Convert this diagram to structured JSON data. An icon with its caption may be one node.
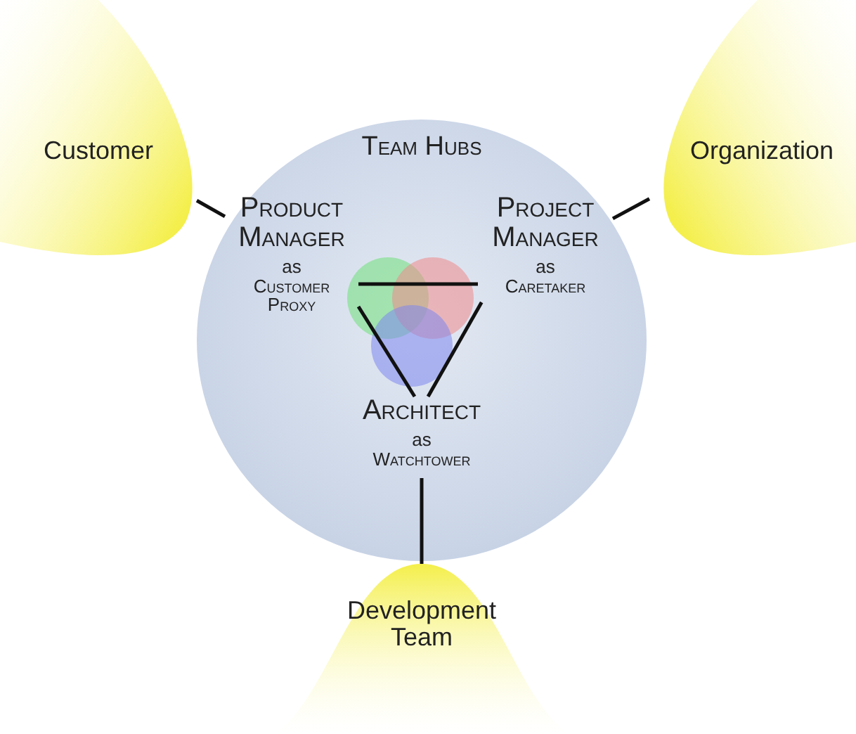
{
  "diagram": {
    "nodes": [
      {
        "text": [
          "Team Hubs"
        ]
      },
      {
        "text": [
          "Customer"
        ]
      },
      {
        "text": [
          "Organization"
        ]
      },
      {
        "text": [
          "Development Team"
        ]
      },
      {
        "text": [
          "Product Manager",
          "as",
          "Customer Proxy"
        ],
        "in": 0
      },
      {
        "text": [
          "Project Manager",
          "as",
          "Caretaker"
        ],
        "in": 0
      },
      {
        "text": [
          "Architect",
          "as",
          "Watchtower"
        ],
        "in": 0
      }
    ],
    "edges": [
      {
        "from": 1,
        "to": 4,
        "arrow": "none"
      },
      {
        "from": 2,
        "to": 5,
        "arrow": "none"
      },
      {
        "from": 3,
        "to": 6,
        "arrow": "none"
      },
      {
        "from": 4,
        "to": 5,
        "arrow": "none"
      },
      {
        "from": 5,
        "to": 6,
        "arrow": "none"
      },
      {
        "from": 6,
        "to": 4,
        "arrow": "none"
      }
    ]
  }
}
